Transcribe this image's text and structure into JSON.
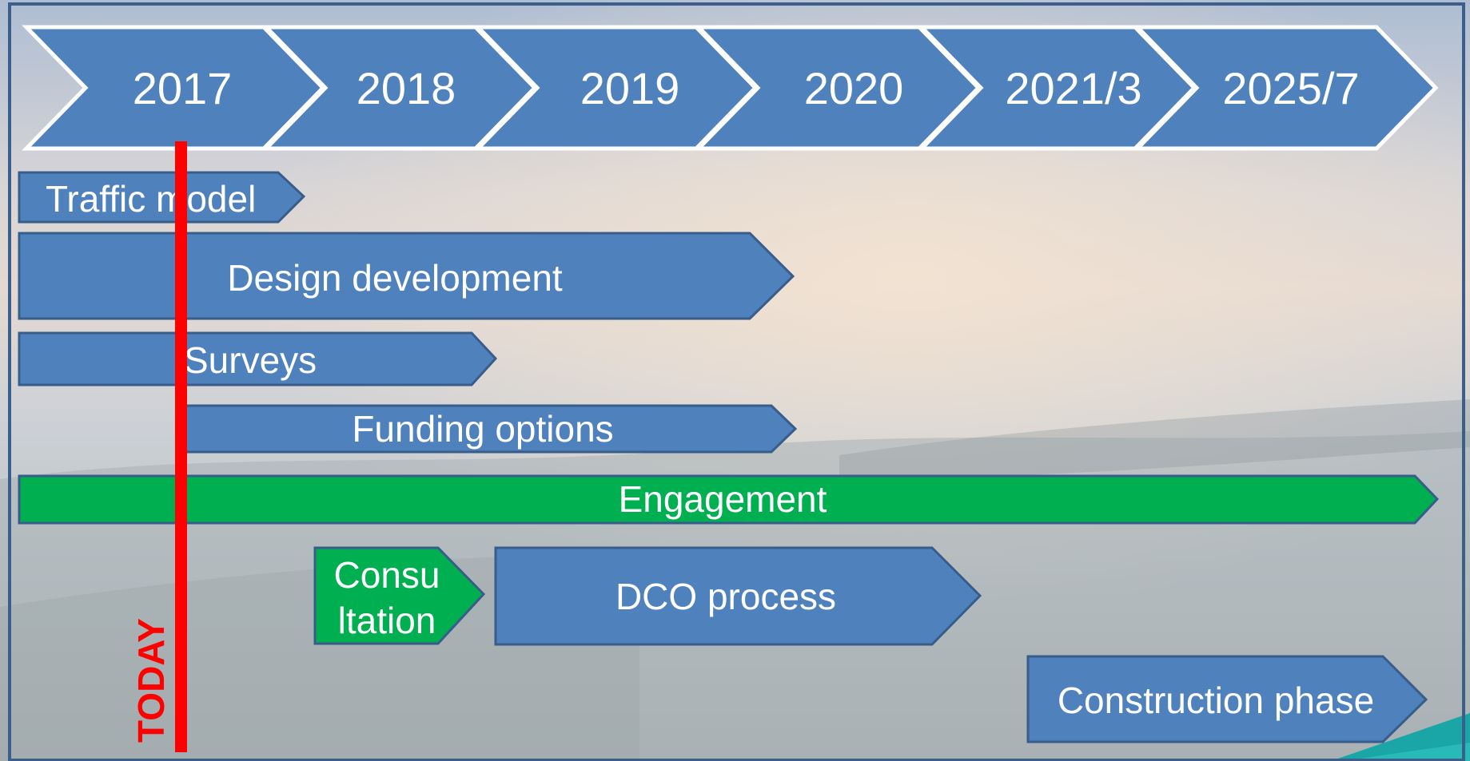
{
  "timeline": {
    "years": [
      "2017",
      "2018",
      "2019",
      "2020",
      "2021/3",
      "2025/7"
    ]
  },
  "tasks": [
    {
      "id": "traffic-model",
      "label": "Traffic model",
      "color": "#4f81bd"
    },
    {
      "id": "design-development",
      "label": "Design development",
      "color": "#4f81bd"
    },
    {
      "id": "surveys",
      "label": "Surveys",
      "color": "#4f81bd"
    },
    {
      "id": "funding-options",
      "label": "Funding options",
      "color": "#4f81bd"
    },
    {
      "id": "engagement",
      "label": "Engagement",
      "color": "#00b050"
    },
    {
      "id": "consultation",
      "label_line1": "Consu",
      "label_line2": "ltation",
      "color": "#00b050"
    },
    {
      "id": "dco-process",
      "label": "DCO process",
      "color": "#4f81bd"
    },
    {
      "id": "construction-phase",
      "label": "Construction phase",
      "color": "#4f81bd"
    }
  ],
  "today_marker": {
    "label": "TODAY",
    "color": "#ff0000"
  },
  "colors": {
    "chevron": "#4f81bd",
    "chevron_border": "#ffffff",
    "bar_border": "#385d8a",
    "frame": "#3b5f8a",
    "accent_teal": "#1aa6a6"
  }
}
